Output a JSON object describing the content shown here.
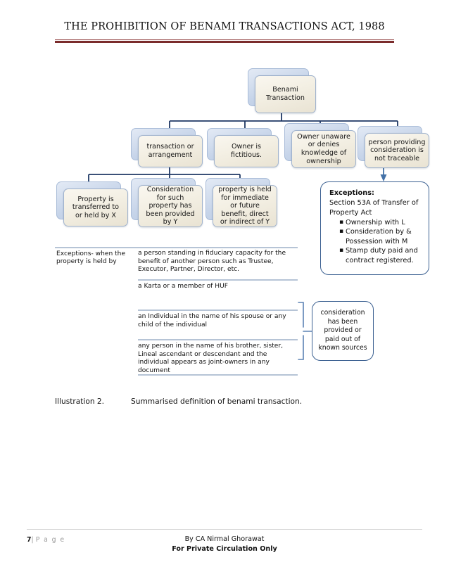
{
  "header": {
    "title": "THE PROHIBITION OF BENAMI TRANSACTIONS ACT, 1988",
    "rule_color": "#7b2c2c"
  },
  "diagram": {
    "root": {
      "label": "Benami\nTransaction"
    },
    "level1": [
      {
        "label": "transaction or\narrangement"
      },
      {
        "label": "Owner is\nfictitious."
      },
      {
        "label": "Owner unaware\nor denies\nknowledge of\nownership"
      },
      {
        "label": "person providing\nconsideration is\nnot traceable"
      }
    ],
    "level2": [
      {
        "label": "Property is\ntransferred to\nor held by X"
      },
      {
        "label": "Consideration\nfor such\nproperty has\nbeen provided\nby Y"
      },
      {
        "label": "property is held\nfor immediate\nor future\nbenefit, direct\nor indirect of Y"
      }
    ],
    "exceptions_box": {
      "title": "Exceptions:",
      "line1": "Section 53A of Transfer of",
      "line2": "Property Act",
      "bullets": [
        "Ownership with L",
        "Consideration by & Possession with M",
        "Stamp duty paid and contract registered."
      ]
    },
    "consideration_box": {
      "label": "consideration\nhas been\nprovided or\npaid out of\nknown sources"
    },
    "connector_color": "#1f3864",
    "arrow_color": "#4472a8"
  },
  "exception_table": {
    "left_header": "Exceptions- when the\nproperty is held by",
    "rows": [
      "a person standing in fiduciary capacity for the benefit of another person such as Trustee, Executor, Partner, Director, etc.",
      "a Karta or a member of HUF",
      "an Individual in the name of his spouse or any child of the individual",
      "any person in the name of his brother, sister, Lineal ascendant or descendant and the individual appears as joint-owners in any document"
    ]
  },
  "caption": {
    "number": "Illustration 2.",
    "text": "Summarised definition of benami transaction."
  },
  "footer": {
    "page_number": "7",
    "page_separator": "|",
    "page_word": "P a g e",
    "author": "By CA Nirmal Ghorawat",
    "notice": "For Private Circulation Only"
  }
}
